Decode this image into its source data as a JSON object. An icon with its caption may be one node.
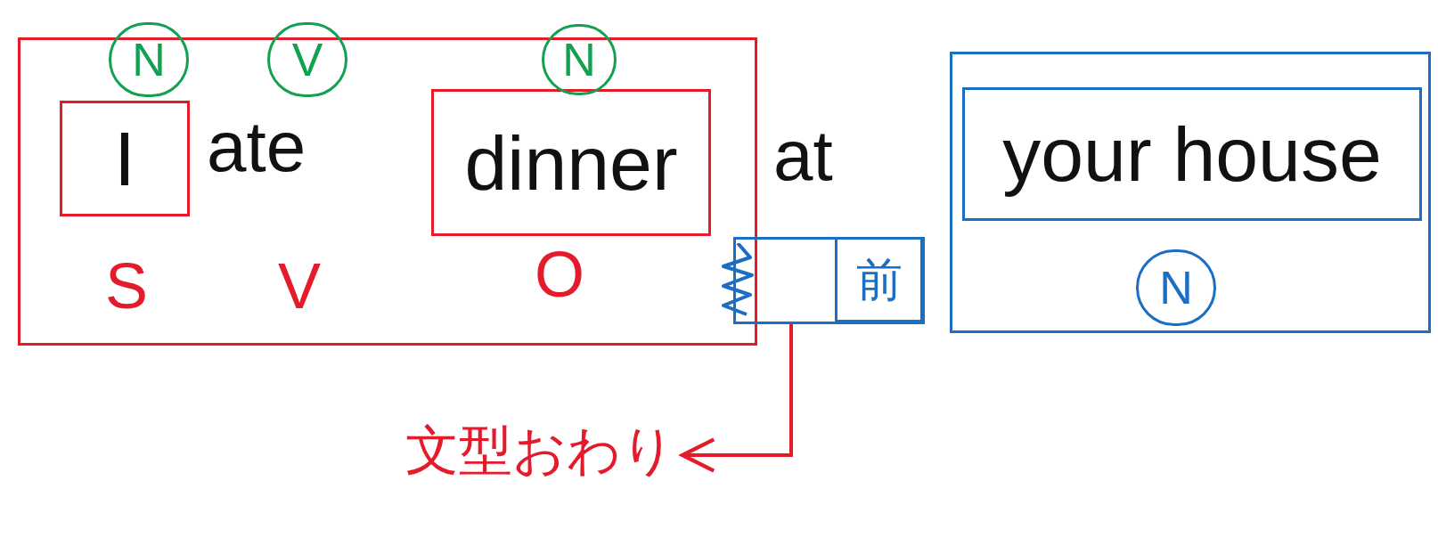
{
  "diagram": {
    "nodes": [
      {
        "text": [],
        "shape": "box"
      },
      {
        "text": [
          "I"
        ],
        "in": 0
      },
      {
        "text": [
          "dinner"
        ],
        "in": 0
      },
      {
        "text": [
          "N"
        ]
      },
      {
        "text": [
          "V"
        ]
      },
      {
        "text": [
          "N"
        ]
      },
      {
        "text": [],
        "shape": "box"
      },
      {
        "text": [
          "前"
        ],
        "in": 6
      },
      {
        "text": [],
        "shape": "box"
      },
      {
        "text": [
          "your house"
        ],
        "in": 8
      },
      {
        "text": [
          "N"
        ],
        "in": 8
      },
      {
        "text": [
          "文型おわり"
        ]
      }
    ],
    "edges": [
      {
        "from": 6,
        "to": 11,
        "arrow": "to"
      }
    ],
    "labels": [
      "ate",
      "at",
      "S",
      "V",
      "O"
    ]
  }
}
